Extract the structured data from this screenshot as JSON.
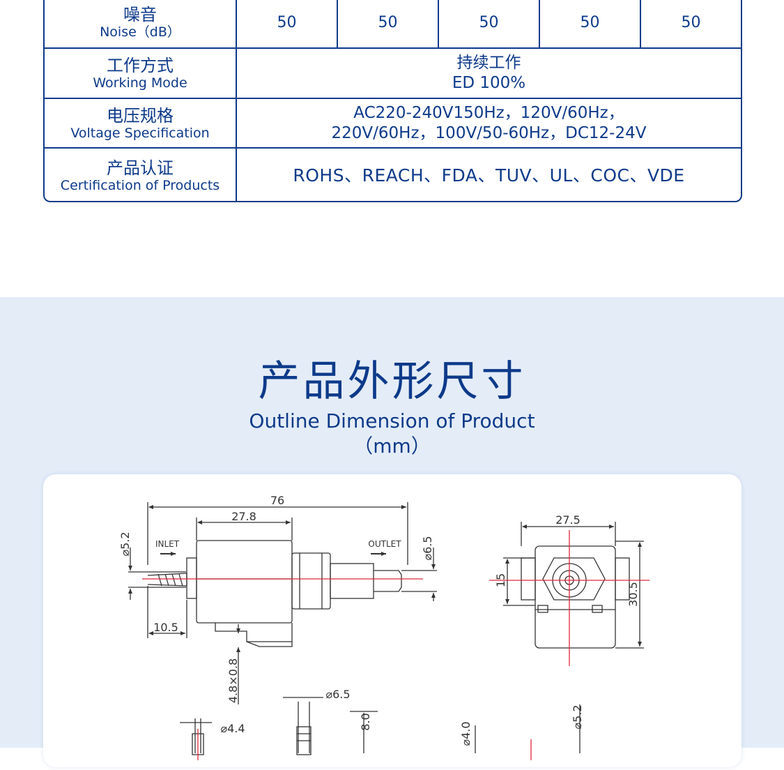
{
  "spec_table": {
    "rows": [
      {
        "zh": "噪音",
        "en": "Noise（dB）",
        "values": [
          "50",
          "50",
          "50",
          "50",
          "50"
        ]
      },
      {
        "zh": "工作方式",
        "en": "Working Mode",
        "lines": [
          "持续工作",
          "ED 100%"
        ]
      },
      {
        "zh": "电压规格",
        "en": "Voltage Specification",
        "lines": [
          "AC220-240V150Hz，120V/60Hz，",
          "220V/60Hz，100V/50-60Hz，DC12-24V"
        ]
      },
      {
        "zh": "产品认证",
        "en": "Certification of Products",
        "lines": [
          "ROHS、REACH、FDA、TUV、UL、COC、VDE"
        ]
      }
    ]
  },
  "dimension_section": {
    "title": "产品外形尺寸",
    "subtitle": "Outline Dimension of Product",
    "unit": "（mm）"
  },
  "drawing": {
    "inlet_label": "INLET",
    "outlet_label": "OUTLET",
    "dim_overall_length": "76",
    "dim_body_length": "27.8",
    "dim_inlet_dia": "⌀5.2",
    "dim_outlet_dia": "⌀6.5",
    "dim_inlet_length": "10.5",
    "dim_terminal": "4.8×0.8",
    "dim_side_width": "27.5",
    "dim_side_height": "30.5",
    "dim_side_center": "15",
    "dim_detail_1": "⌀6.5",
    "dim_detail_2": "⌀4.4",
    "dim_detail_3": "8.0",
    "dim_detail_4": "⌀4.0",
    "dim_detail_5": "⌀5.2"
  }
}
